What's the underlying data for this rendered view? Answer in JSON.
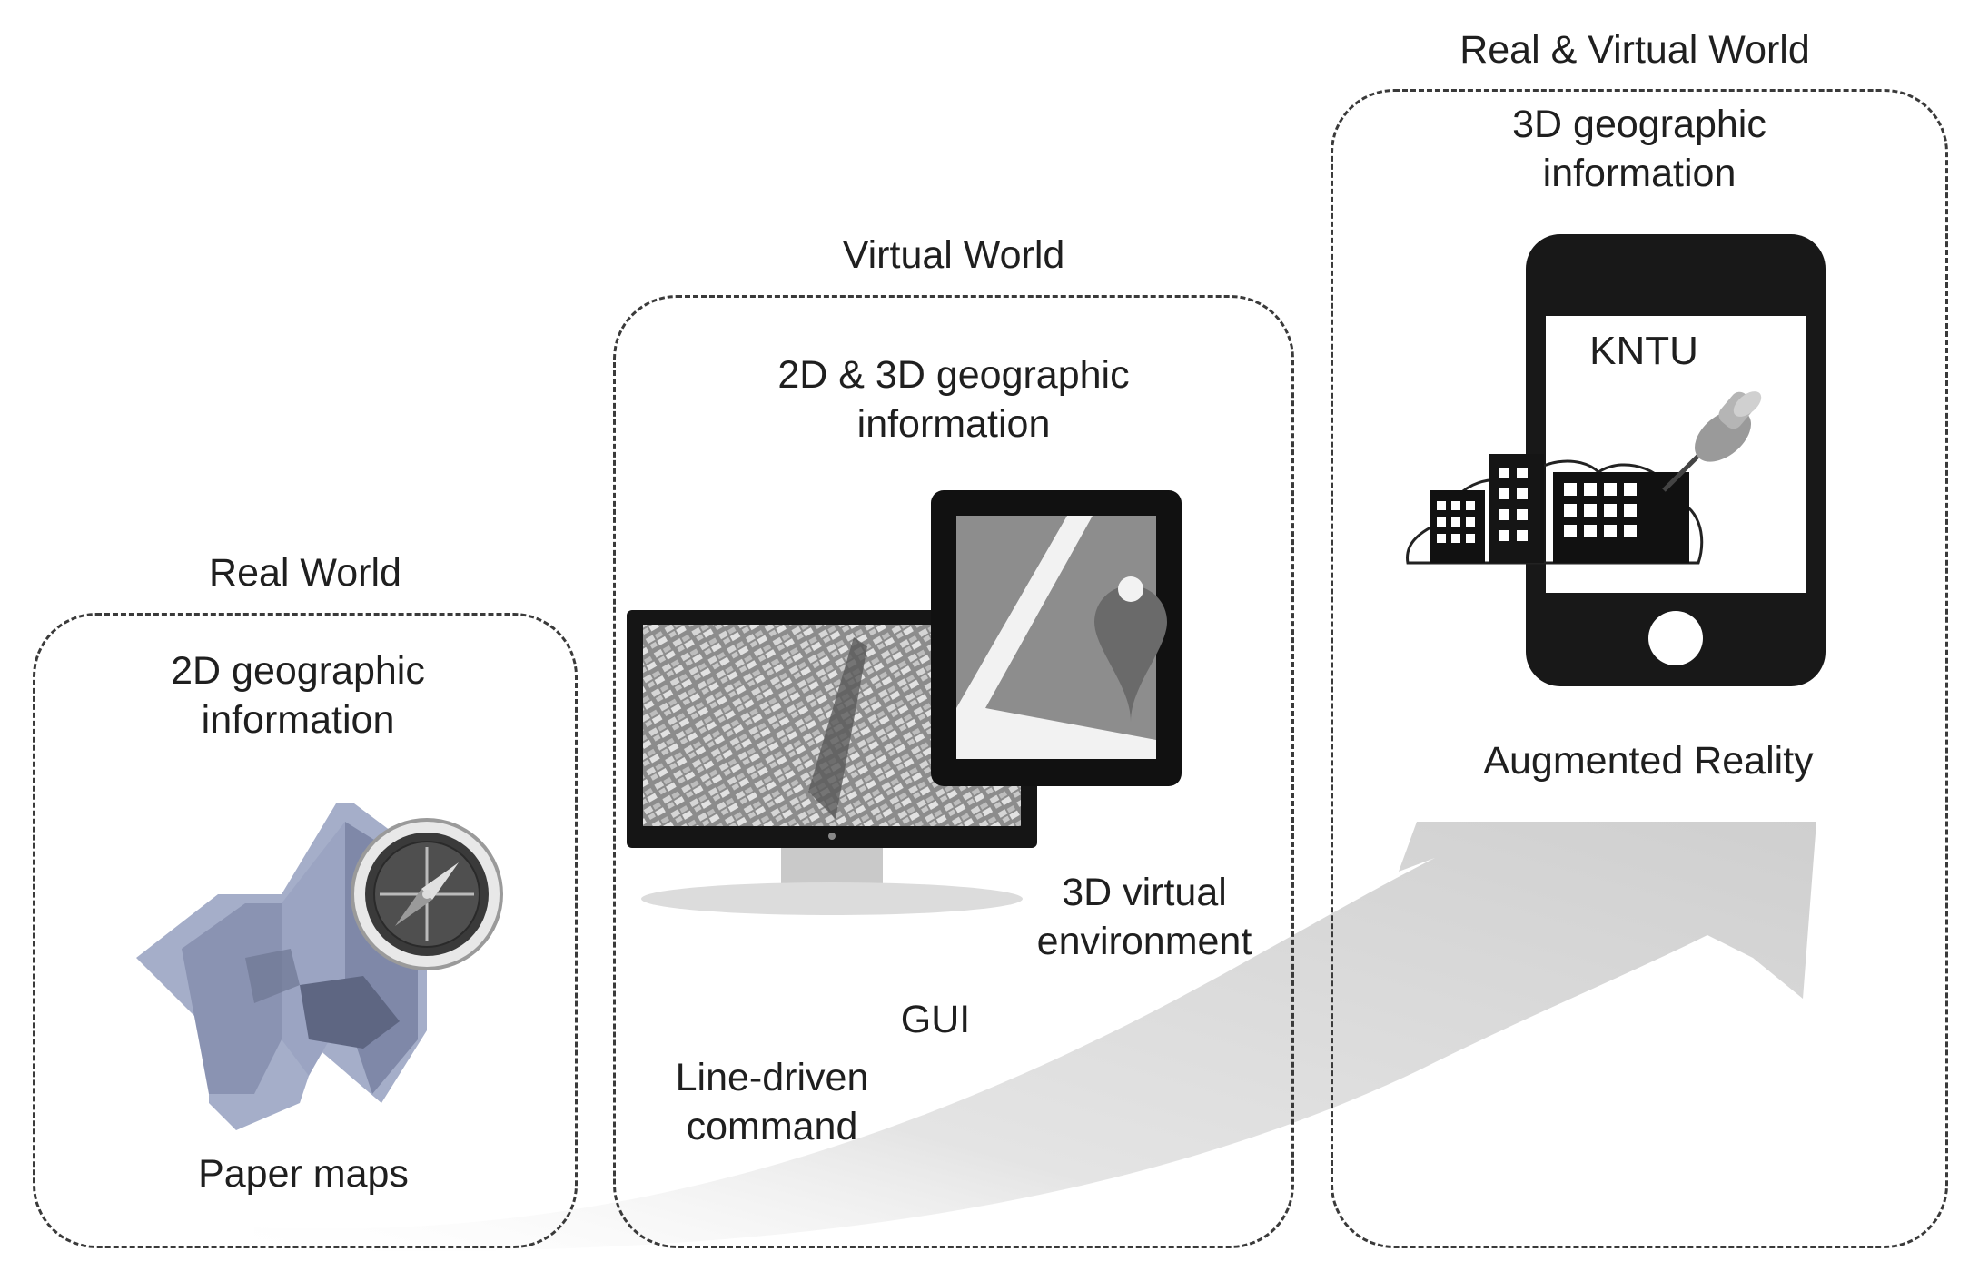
{
  "stages": {
    "real": {
      "title": "Real World",
      "info": "2D geographic\ninformation",
      "caption": "Paper maps"
    },
    "virtual": {
      "title": "Virtual World",
      "info": "2D & 3D geographic\ninformation",
      "caption_3d": "3D virtual\nenvironment",
      "caption_gui": "GUI",
      "caption_line": "Line-driven\ncommand"
    },
    "real_virtual": {
      "title": "Real & Virtual World",
      "info": "3D geographic\ninformation",
      "phone_text": "KNTU",
      "caption": "Augmented Reality"
    }
  },
  "icons": {
    "paper_map": "folded-map-icon",
    "compass": "compass-icon",
    "monitor": "desktop-monitor-icon",
    "tablet": "tablet-map-icon",
    "phone": "smartphone-icon",
    "buildings": "buildings-icon",
    "pin": "pushpin-icon",
    "arrow": "progress-arrow"
  },
  "colors": {
    "border": "#3a3a3a",
    "arrow": "#d9d9d9",
    "map": "#8f98b5",
    "device": "#1a1a1a"
  }
}
